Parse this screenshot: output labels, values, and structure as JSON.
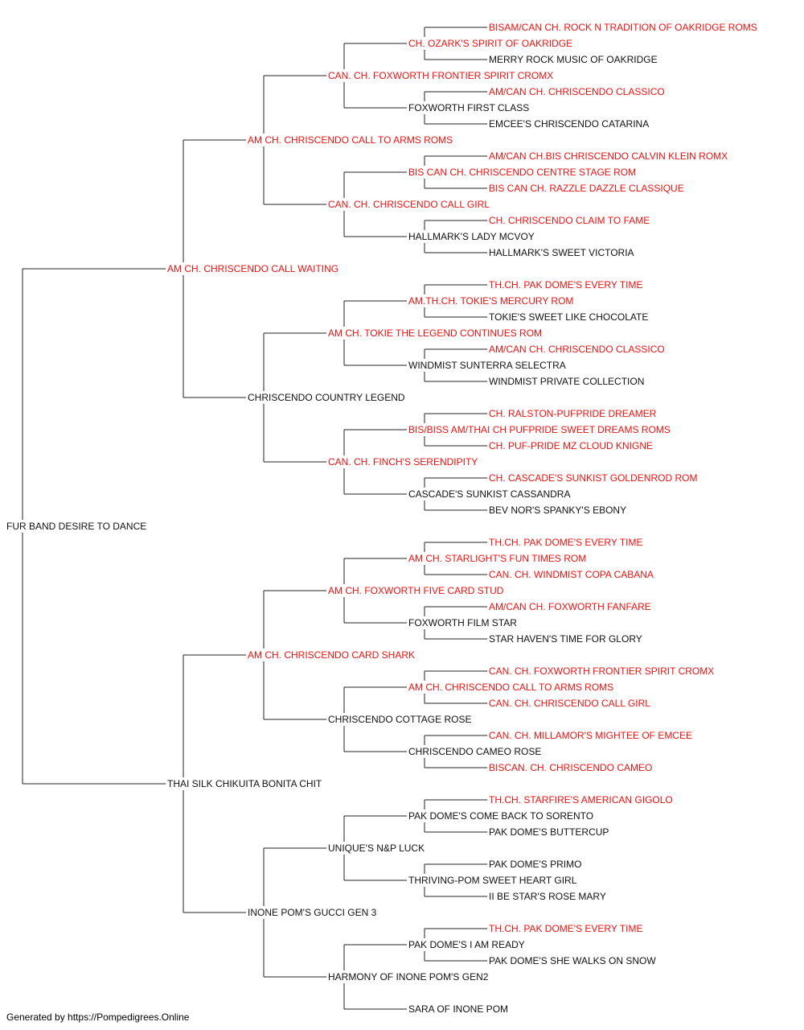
{
  "colors": {
    "champion": "#ee1111",
    "regular": "#111111",
    "line": "#222222"
  },
  "pedigree": {
    "name": "FUR BAND DESIRE TO DANCE",
    "champion": false,
    "parents": [
      {
        "name": "AM CH. CHRISCENDO CALL WAITING",
        "champion": true,
        "parents": [
          {
            "name": "AM CH. CHRISCENDO CALL TO ARMS ROMS",
            "champion": true,
            "parents": [
              {
                "name": "CAN. CH. FOXWORTH FRONTIER SPIRIT CROMX",
                "champion": true,
                "parents": [
                  {
                    "name": "CH. OZARK'S SPIRIT OF OAKRIDGE",
                    "champion": true,
                    "parents": [
                      {
                        "name": "BISAM/CAN CH. ROCK N TRADITION OF OAKRIDGE ROMS",
                        "champion": true
                      },
                      {
                        "name": "MERRY ROCK MUSIC OF OAKRIDGE",
                        "champion": false
                      }
                    ]
                  },
                  {
                    "name": "FOXWORTH FIRST CLASS",
                    "champion": false,
                    "parents": [
                      {
                        "name": "AM/CAN CH. CHRISCENDO CLASSICO",
                        "champion": true
                      },
                      {
                        "name": "EMCEE'S CHRISCENDO CATARINA",
                        "champion": false
                      }
                    ]
                  }
                ]
              },
              {
                "name": "CAN. CH. CHRISCENDO CALL GIRL",
                "champion": true,
                "parents": [
                  {
                    "name": "BIS CAN CH. CHRISCENDO CENTRE STAGE ROM",
                    "champion": true,
                    "parents": [
                      {
                        "name": "AM/CAN CH.BIS CHRISCENDO CALVIN KLEIN ROMX",
                        "champion": true
                      },
                      {
                        "name": "BIS CAN CH. RAZZLE DAZZLE CLASSIQUE",
                        "champion": true
                      }
                    ]
                  },
                  {
                    "name": "HALLMARK'S LADY MCVOY",
                    "champion": false,
                    "parents": [
                      {
                        "name": "CH. CHRISCENDO CLAIM TO FAME",
                        "champion": true
                      },
                      {
                        "name": "HALLMARK'S SWEET VICTORIA",
                        "champion": false
                      }
                    ]
                  }
                ]
              }
            ]
          },
          {
            "name": "CHRISCENDO COUNTRY LEGEND",
            "champion": false,
            "parents": [
              {
                "name": "AM CH. TOKIE THE LEGEND CONTINUES ROM",
                "champion": true,
                "parents": [
                  {
                    "name": "AM.TH.CH. TOKIE'S MERCURY ROM",
                    "champion": true,
                    "parents": [
                      {
                        "name": "TH.CH. PAK DOME'S EVERY TIME",
                        "champion": true
                      },
                      {
                        "name": "TOKIE'S SWEET LIKE CHOCOLATE",
                        "champion": false
                      }
                    ]
                  },
                  {
                    "name": "WINDMIST SUNTERRA SELECTRA",
                    "champion": false,
                    "parents": [
                      {
                        "name": "AM/CAN CH. CHRISCENDO CLASSICO",
                        "champion": true
                      },
                      {
                        "name": "WINDMIST PRIVATE COLLECTION",
                        "champion": false
                      }
                    ]
                  }
                ]
              },
              {
                "name": "CAN. CH. FINCH'S SERENDIPITY",
                "champion": true,
                "parents": [
                  {
                    "name": "BIS/BISS AM/THAI CH PUFPRIDE SWEET DREAMS ROMS",
                    "champion": true,
                    "parents": [
                      {
                        "name": "CH. RALSTON-PUFPRIDE DREAMER",
                        "champion": true
                      },
                      {
                        "name": "CH. PUF-PRIDE MZ CLOUD KNIGNE",
                        "champion": true
                      }
                    ]
                  },
                  {
                    "name": "CASCADE'S SUNKIST CASSANDRA",
                    "champion": false,
                    "parents": [
                      {
                        "name": "CH. CASCADE'S SUNKIST GOLDENROD ROM",
                        "champion": true
                      },
                      {
                        "name": "BEV NOR'S SPANKY'S EBONY",
                        "champion": false
                      }
                    ]
                  }
                ]
              }
            ]
          }
        ]
      },
      {
        "name": "THAI SILK CHIKUITA BONITA CHIT",
        "champion": false,
        "parents": [
          {
            "name": "AM CH. CHRISCENDO CARD SHARK",
            "champion": true,
            "parents": [
              {
                "name": "AM CH. FOXWORTH FIVE CARD STUD",
                "champion": true,
                "parents": [
                  {
                    "name": "AM CH. STARLIGHT'S FUN TIMES ROM",
                    "champion": true,
                    "parents": [
                      {
                        "name": "TH.CH. PAK DOME'S EVERY TIME",
                        "champion": true
                      },
                      {
                        "name": "CAN. CH. WINDMIST COPA CABANA",
                        "champion": true
                      }
                    ]
                  },
                  {
                    "name": "FOXWORTH FILM STAR",
                    "champion": false,
                    "parents": [
                      {
                        "name": "AM/CAN CH. FOXWORTH FANFARE",
                        "champion": true
                      },
                      {
                        "name": "STAR HAVEN'S TIME FOR GLORY",
                        "champion": false
                      }
                    ]
                  }
                ]
              },
              {
                "name": "CHRISCENDO COTTAGE ROSE",
                "champion": false,
                "parents": [
                  {
                    "name": "AM CH. CHRISCENDO CALL TO ARMS ROMS",
                    "champion": true,
                    "parents": [
                      {
                        "name": "CAN. CH. FOXWORTH FRONTIER SPIRIT CROMX",
                        "champion": true
                      },
                      {
                        "name": "CAN. CH. CHRISCENDO CALL GIRL",
                        "champion": true
                      }
                    ]
                  },
                  {
                    "name": "CHRISCENDO CAMEO ROSE",
                    "champion": false,
                    "parents": [
                      {
                        "name": "CAN. CH. MILLAMOR'S MIGHTEE OF EMCEE",
                        "champion": true
                      },
                      {
                        "name": "BISCAN. CH. CHRISCENDO CAMEO",
                        "champion": true
                      }
                    ]
                  }
                ]
              }
            ]
          },
          {
            "name": "INONE POM'S GUCCI GEN 3",
            "champion": false,
            "parents": [
              {
                "name": "UNIQUE'S N&P LUCK",
                "champion": false,
                "parents": [
                  {
                    "name": "PAK DOME'S COME BACK TO SORENTO",
                    "champion": false,
                    "parents": [
                      {
                        "name": "TH.CH. STARFIRE'S AMERICAN GIGOLO",
                        "champion": true
                      },
                      {
                        "name": "PAK DOME'S BUTTERCUP",
                        "champion": false
                      }
                    ]
                  },
                  {
                    "name": "THRIVING-POM SWEET HEART GIRL",
                    "champion": false,
                    "parents": [
                      {
                        "name": "PAK DOME'S PRIMO",
                        "champion": false
                      },
                      {
                        "name": "II BE STAR'S ROSE MARY",
                        "champion": false
                      }
                    ]
                  }
                ]
              },
              {
                "name": "HARMONY OF INONE POM'S GEN2",
                "champion": false,
                "parents": [
                  {
                    "name": "PAK DOME'S I AM READY",
                    "champion": false,
                    "parents": [
                      {
                        "name": "TH.CH. PAK DOME'S EVERY TIME",
                        "champion": true
                      },
                      {
                        "name": "PAK DOME'S SHE WALKS ON SNOW",
                        "champion": false
                      }
                    ]
                  },
                  {
                    "name": "SARA OF INONE POM",
                    "champion": false
                  }
                ]
              }
            ]
          }
        ]
      }
    ]
  },
  "footer": {
    "text": "Generated by https://Pompedigrees.Online"
  }
}
